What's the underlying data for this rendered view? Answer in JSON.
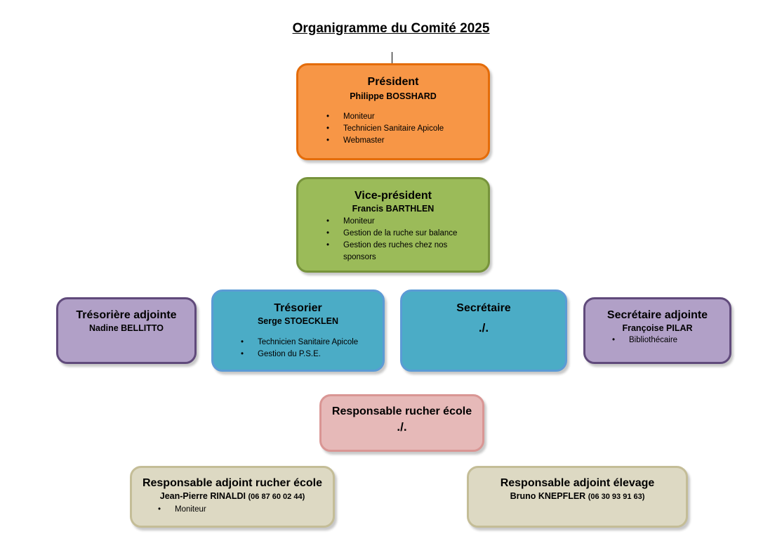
{
  "title": "Organigramme du Comité 2025",
  "nodes": {
    "president": {
      "role": "Président",
      "person": "Philippe BOSSHARD",
      "duties": [
        "Moniteur",
        "Technicien Sanitaire Apicole",
        "Webmaster"
      ]
    },
    "vice_president": {
      "role": "Vice-président",
      "person": "Francis BARTHLEN",
      "duties": [
        "Moniteur",
        "Gestion de la ruche sur balance",
        "Gestion des ruches chez nos sponsors"
      ]
    },
    "tresoriere_adjointe": {
      "role": "Trésorière adjointe",
      "person": "Nadine BELLITTO"
    },
    "tresorier": {
      "role": "Trésorier",
      "person": "Serge STOECKLEN",
      "duties": [
        "Technicien Sanitaire Apicole",
        "Gestion du P.S.E."
      ]
    },
    "secretaire": {
      "role": "Secrétaire",
      "person": "./."
    },
    "secretaire_adjointe": {
      "role": "Secrétaire adjointe",
      "person": "Françoise PILAR",
      "duties": [
        "Bibliothécaire"
      ]
    },
    "resp_rucher_ecole": {
      "role": "Responsable rucher école",
      "person": "./."
    },
    "resp_adjoint_rucher": {
      "role": "Responsable adjoint rucher école",
      "person": "Jean-Pierre RINALDI",
      "phone": "(06 87 60 02 44)",
      "duties": [
        "Moniteur"
      ]
    },
    "resp_adjoint_elevage": {
      "role": "Responsable adjoint élevage",
      "person": "Bruno KNEPFLER",
      "phone": "(06 30 93 91 63)"
    }
  },
  "colors": {
    "president": "#f79646",
    "vice_president": "#9bbb59",
    "adjoints_bureau": "#b1a0c7",
    "bureau": "#4bacc6",
    "rucher_ecole": "#e6b9b8",
    "responsables_adjoints": "#ddd9c3"
  }
}
